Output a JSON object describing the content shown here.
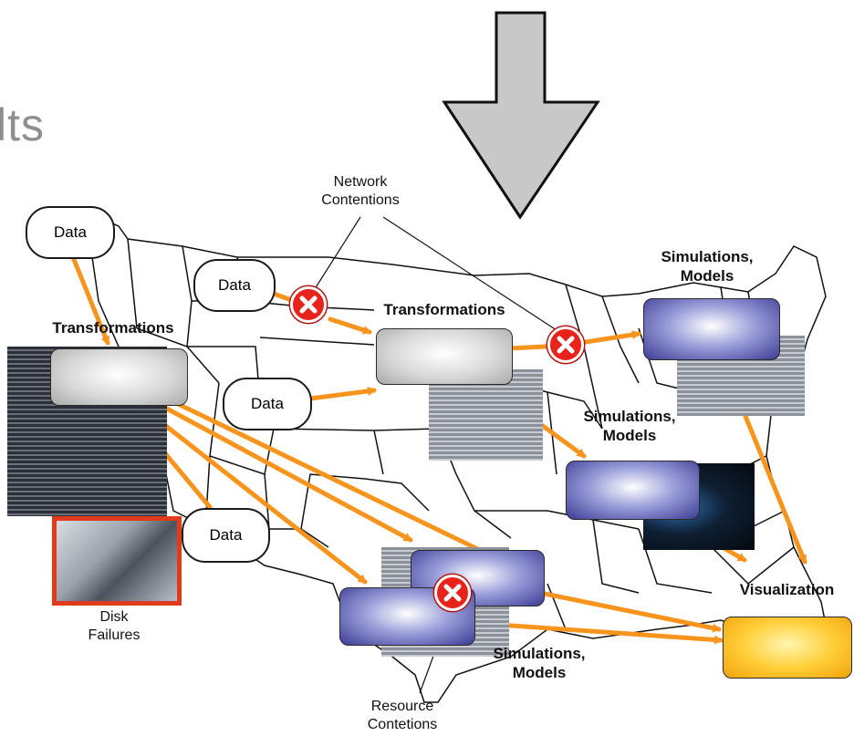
{
  "title_fragment": "lts",
  "data_bubbles": [
    "Data",
    "Data",
    "Data",
    "Data"
  ],
  "labels": {
    "network_contentions": "Network\nContentions",
    "transformations_left": "Transformations",
    "transformations_center": "Transformations",
    "simulations_top": "Simulations,\nModels",
    "simulations_mid": "Simulations,\nModels",
    "simulations_bottom": "Simulations,\nModels",
    "visualization": "Visualization",
    "disk_failures": "Disk\nFailures",
    "resource_contentions": "Resource\nContetions"
  },
  "colors": {
    "arrow": "#f7941d",
    "failure": "#e8231b",
    "down_arrow_fill": "#c8c8c8",
    "map_line": "#111111"
  },
  "icons": [
    "down-arrow-icon",
    "failure-x-icon",
    "server-rack-icon",
    "hard-disk-icon"
  ]
}
